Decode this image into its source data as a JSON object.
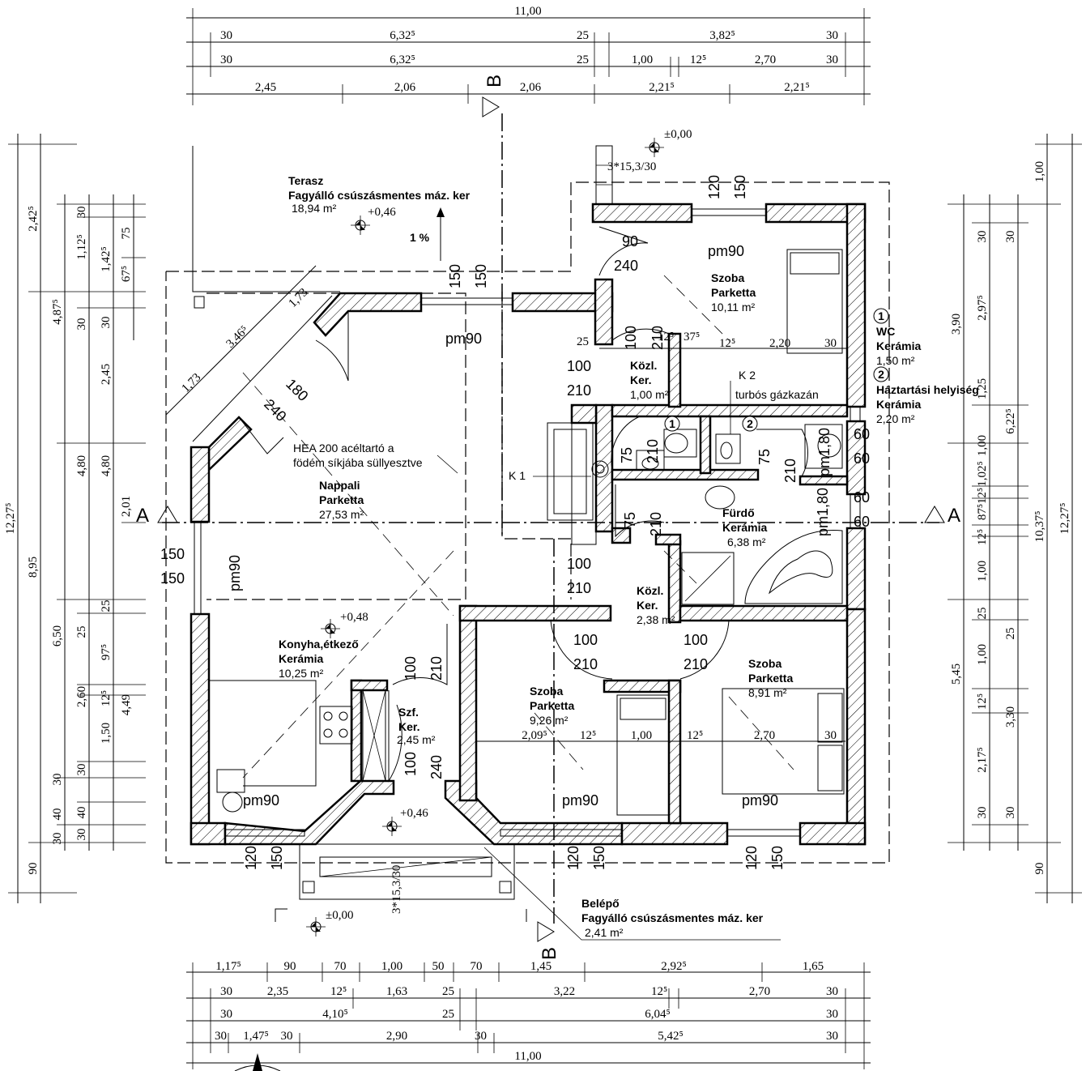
{
  "dims_top": {
    "overall": "11,00",
    "row1": [
      "30",
      "6,32⁵",
      "25",
      "3,82⁵",
      "30"
    ],
    "row2": [
      "30",
      "6,32⁵",
      "25",
      "1,00",
      "12⁵",
      "2,70",
      "30"
    ],
    "row3": [
      "2,45",
      "2,06",
      "2,06",
      "2,21⁵",
      "2,21⁵"
    ]
  },
  "dims_bottom": {
    "row1": [
      "1,17⁵",
      "90",
      "70",
      "1,00",
      "50",
      "70",
      "1,45",
      "2,92⁵",
      "1,65"
    ],
    "row2": [
      "30",
      "2,35",
      "12⁵",
      "1,63",
      "25",
      "3,22",
      "12⁵",
      "2,70",
      "30"
    ],
    "row3": [
      "30",
      "4,10⁵",
      "25",
      "6,04⁵",
      "30"
    ],
    "row4": [
      "30",
      "1,47⁵",
      "30",
      "2,90",
      "30",
      "5,42⁵",
      "30"
    ],
    "overall": "11,00"
  },
  "dims_left": {
    "overall": "12,27⁵",
    "col2": [
      "2,42⁵",
      "4,87⁵",
      "8,95",
      "90"
    ],
    "col3": [
      "4,80",
      "6,50",
      "30",
      "40",
      "30"
    ],
    "col4": [
      "1,12⁵",
      "30",
      "4,80",
      "25",
      "2,60",
      "1,50",
      "30",
      "40",
      "30"
    ],
    "col5": [
      "30",
      "1,42⁵",
      "30",
      "2,45",
      "2,01",
      "25",
      "97⁵",
      "12⁵",
      "4,49"
    ],
    "col6": [
      "75",
      "67⁵"
    ]
  },
  "dims_right": {
    "overall": "12,27⁵",
    "col1": [
      "3,90",
      "5,45"
    ],
    "col2": [
      "30",
      "2,97⁵",
      "1,25",
      "1,00",
      "1,02⁵",
      "1,00",
      "25",
      "1,00",
      "12⁵",
      "2,17⁵",
      "30"
    ],
    "col3": [
      "30",
      "6,22⁵",
      "12⁵",
      "87⁵",
      "12⁵",
      "25",
      "3,30",
      "30"
    ],
    "col4": [
      "1,00",
      "10,37⁵",
      "90"
    ]
  },
  "rooms": [
    {
      "name": "Terasz",
      "floor": "Fagyálló csúszásmentes máz. ker",
      "area": "18,94 m²"
    },
    {
      "name": "Szoba",
      "floor": "Parketta",
      "area": "10,11 m²"
    },
    {
      "name": "WC",
      "floor": "Kerámia",
      "area": "1,50 m²"
    },
    {
      "name": "Háztartási helyiség",
      "floor": "Kerámia",
      "area": "2,20 m²"
    },
    {
      "name": "Közl.",
      "floor": "Ker.",
      "area": "1,00 m²"
    },
    {
      "name": "Nappali",
      "floor": "Parketta",
      "area": "27,53 m²"
    },
    {
      "name": "Fürdő",
      "floor": "Kerámia",
      "area": "6,38 m²"
    },
    {
      "name": "Közl.",
      "floor": "Ker.",
      "area": "2,38 m²"
    },
    {
      "name": "Konyha,étkező",
      "floor": "Kerámia",
      "area": "10,25 m²"
    },
    {
      "name": "Szf.",
      "floor": "Ker.",
      "area": "2,45 m²"
    },
    {
      "name": "Szoba",
      "floor": "Parketta",
      "area": "9,26 m²"
    },
    {
      "name": "Szoba",
      "floor": "Parketta",
      "area": "8,91 m²"
    },
    {
      "name": "Belépő",
      "floor": "Fagyálló csúszásmentes máz. ker",
      "area": "2,41 m²"
    }
  ],
  "levels": {
    "ground": "±0,00",
    "terrace": "+0,46",
    "kitchen": "+0,48",
    "entry": "+0,46",
    "entry_ground": "±0,00"
  },
  "notes": {
    "slope": "1 %",
    "stairs_top": "3*15,3/30",
    "stairs_bottom": "3*15,3/30",
    "beam_1": "HEA 200 acéltartó a",
    "beam_2": "födém síkjába süllyesztve",
    "k1": "K 1",
    "k2": "K 2",
    "k2_desc": "turbós gázkazán",
    "m1": "1",
    "m2": "2",
    "diag_173a": "1,73",
    "diag_346": "3,46⁵",
    "diag_173b": "1,73",
    "corr_dims": [
      "25",
      "12⁵",
      "37⁵",
      "12⁵",
      "2,20",
      "30"
    ],
    "mid_dims": [
      "2,09⁵",
      "12⁵",
      "1,00",
      "12⁵",
      "2,70",
      "30"
    ]
  },
  "openings": [
    "90",
    "240",
    "pm90",
    "120",
    "150",
    "150",
    "150",
    "pm90",
    "100",
    "210",
    "100",
    "210",
    "180",
    "240",
    "75",
    "210",
    "75",
    "210",
    "pm1,80",
    "60",
    "60",
    "60",
    "60",
    "75",
    "210",
    "pm1,80",
    "150",
    "150",
    "pm90",
    "100",
    "210",
    "100",
    "210",
    "100",
    "210",
    "100",
    "210",
    "100",
    "240",
    "pm90",
    "120",
    "150",
    "pm90",
    "120",
    "150",
    "120",
    "150",
    "pm90"
  ],
  "sections": {
    "a": "A",
    "b": "B"
  }
}
